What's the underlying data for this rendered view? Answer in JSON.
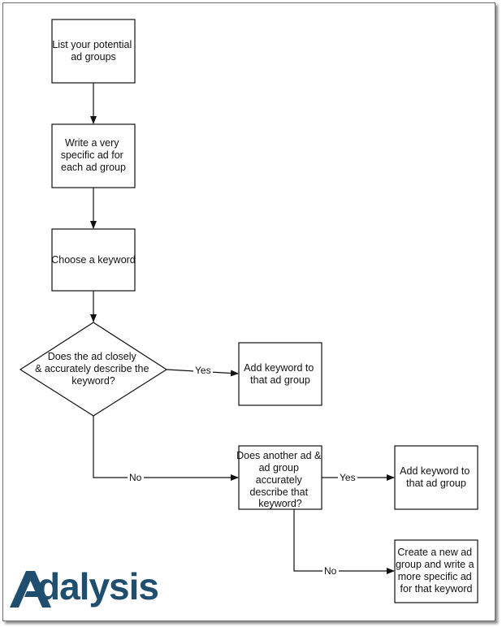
{
  "diagram": {
    "nodes": {
      "list": [
        "List your potential",
        "ad groups"
      ],
      "write": [
        "Write a very",
        "specific ad for",
        "each ad group"
      ],
      "choose": [
        "Choose a keyword"
      ],
      "decision1": [
        "Does the ad closely",
        "& accurately describe the",
        "keyword?"
      ],
      "add1": [
        "Add keyword to",
        "that ad group"
      ],
      "decision2": [
        "Does another ad &",
        "ad group",
        "accurately",
        "describe that",
        "keyword?"
      ],
      "add2": [
        "Add keyword to",
        "that ad group"
      ],
      "create": [
        "Create a new ad",
        "group and write a",
        "more specific ad",
        "for that keyword"
      ]
    },
    "edges": {
      "yes1": "Yes",
      "no1": "No",
      "yes2": "Yes",
      "no2": "No"
    }
  },
  "logo": {
    "text": "dalysis",
    "brand_color": "#1f4e6e"
  }
}
